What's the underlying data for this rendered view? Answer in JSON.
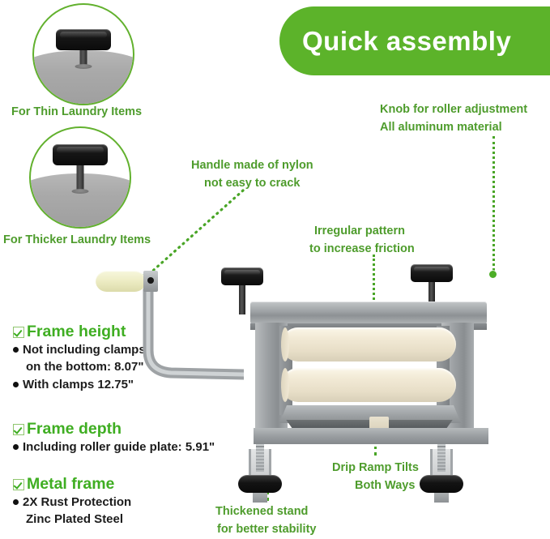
{
  "banner": {
    "text": "Quick assembly",
    "color": "#5cb32a"
  },
  "colors": {
    "brand_green": "#5cb32a",
    "heading_green": "#3fae22",
    "label_green": "#4e9c2c",
    "leader_green": "#49a526",
    "body_black": "#1c1c1c"
  },
  "insets": [
    {
      "caption": "For Thin Laundry Items",
      "icon": "roller-knob-low-icon"
    },
    {
      "caption": "For Thicker Laundry Items",
      "icon": "roller-knob-high-icon"
    }
  ],
  "annotations": {
    "knob": {
      "line1": "Knob for roller adjustment",
      "line2": "All aluminum material"
    },
    "handle": {
      "line1": "Handle made of nylon",
      "line2": "not easy to crack"
    },
    "pattern": {
      "line1": "Irregular pattern",
      "line2": "to increase friction"
    },
    "drip": {
      "line1": "Drip Ramp Tilts",
      "line2": "Both Ways"
    },
    "stand": {
      "line1": "Thickened stand",
      "line2": "for better stability"
    }
  },
  "specs": [
    {
      "heading": "Frame height",
      "items": [
        "Not including clamps"
      ],
      "sub": [
        "on the bottom: 8.07\""
      ],
      "items2": [
        "With clamps 12.75\""
      ]
    },
    {
      "heading": "Frame depth",
      "items": [
        "Including roller guide plate: 5.91\""
      ]
    },
    {
      "heading": "Metal frame",
      "items": [
        "2X Rust Protection"
      ],
      "sub": [
        "Zinc Plated Steel"
      ]
    }
  ],
  "product": {
    "name": "laundry-wringer",
    "parts": [
      "adjustment-knob-left",
      "adjustment-knob-right",
      "top-crossbar",
      "upper-roller",
      "lower-roller",
      "drip-ramp",
      "clamp-foot-left",
      "clamp-foot-right",
      "crank-handle"
    ]
  }
}
